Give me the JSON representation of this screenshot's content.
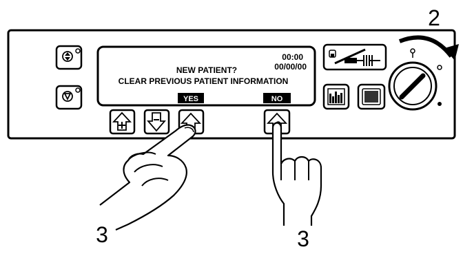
{
  "display": {
    "time": "00:00",
    "date": "00/00/00",
    "line1": "NEW PATIENT?",
    "line2": "CLEAR PREVIOUS PATIENT INFORMATION"
  },
  "softkeys": {
    "yes": "YES",
    "no": "NO"
  },
  "step_labels": {
    "knob_step": "2",
    "press_yes_step": "3",
    "press_no_step": "3"
  },
  "icons": {
    "left_top": "prime-arrows-icon",
    "left_bottom": "down-triangle-icon",
    "arrow_up_plus": "up-arrow-plus-icon",
    "arrow_down_minus": "down-arrow-minus-icon",
    "arrow_up_yes": "up-arrow-icon",
    "arrow_up_no": "up-arrow-icon",
    "lock_syringe": "lock-syringe-icon",
    "history_graph": "history-graph-icon",
    "display_screen": "screen-icon",
    "rotary_knob": "key-knob-icon"
  }
}
